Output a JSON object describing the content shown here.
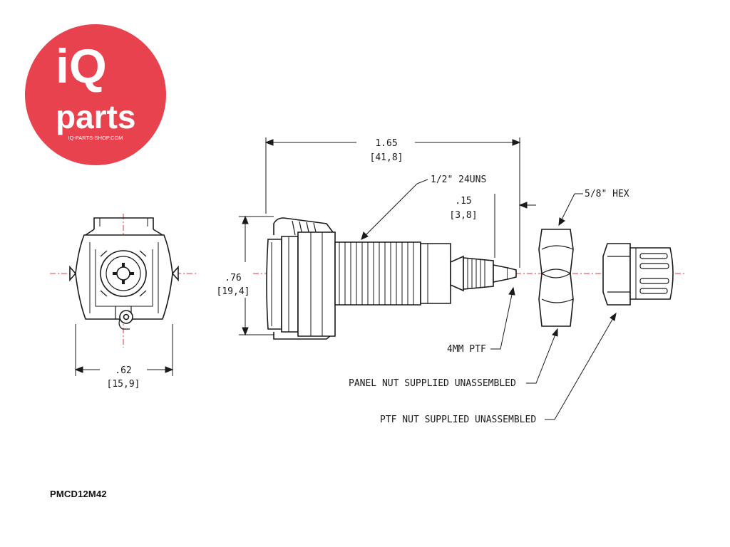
{
  "logo": {
    "line1": "iQ",
    "line2": "parts",
    "url": "IQ-PARTS-SHOP.COM",
    "color": "#e8424f"
  },
  "drawing": {
    "overall_length": {
      "inch": "1.65",
      "mm": "[41,8]"
    },
    "thread": "1/2\" 24UNS",
    "tip_offset": {
      "inch": ".15",
      "mm": "[3,8]"
    },
    "hex": "5/8\" HEX",
    "height": {
      "inch": ".76",
      "mm": "[19,4]"
    },
    "width": {
      "inch": ".62",
      "mm": "[15,9]"
    },
    "barb": "4MM PTF",
    "panel_nut_note": "PANEL NUT SUPPLIED UNASSEMBLED",
    "ptf_nut_note": "PTF NUT SUPPLIED UNASSEMBLED",
    "centerline_color": "#e03a3a"
  },
  "part_number": "PMCD12M42"
}
